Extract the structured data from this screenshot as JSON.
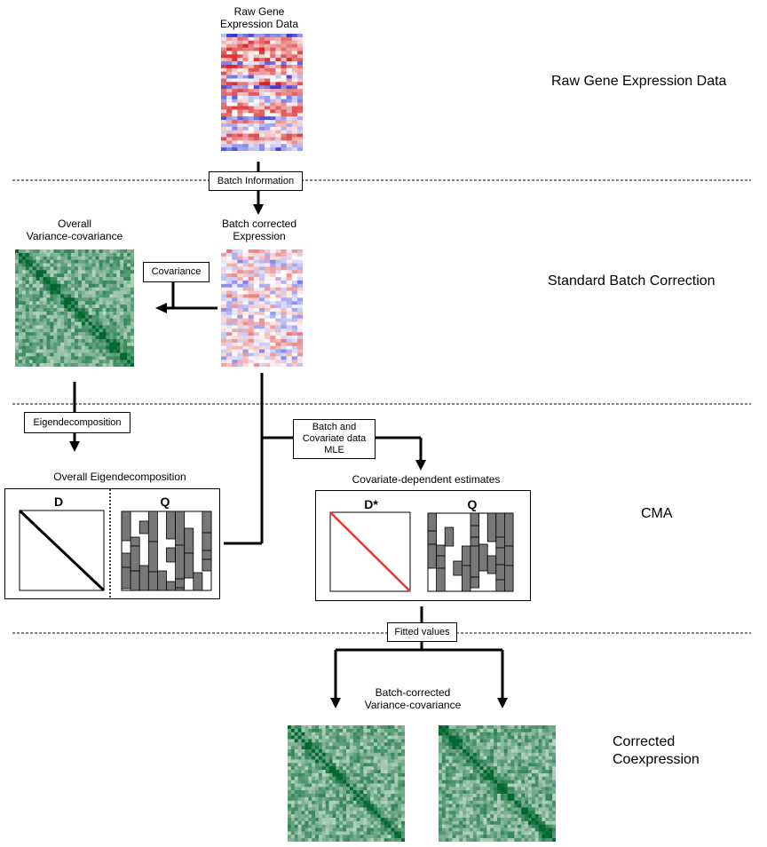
{
  "stage_raw": {
    "heatmap_title": "Raw Gene\nExpression Data",
    "section_label": "Raw Gene Expression Data",
    "arrow_box": "Batch Information"
  },
  "stage_standard": {
    "corrected_title": "Batch corrected\nExpression",
    "overall_title": "Overall\nVariance-covariance",
    "covariance_box": "Covariance",
    "section_label": "Standard Batch Correction",
    "eigen_box": "Eigendecomposition"
  },
  "stage_cma": {
    "overall_eig_title": "Overall Eigendecomposition",
    "d_label": "D",
    "q_label": "Q",
    "batch_box": "Batch and\nCovariate data\nMLE",
    "estimates_title": "Covariate-dependent estimates",
    "dstar_label": "D*",
    "q2_label": "Q",
    "section_label": "CMA"
  },
  "stage_corrected": {
    "fitted_box": "Fitted values",
    "title": "Batch-corrected\nVariance-covariance",
    "section_label": "Corrected\nCoexpression"
  },
  "colors": {
    "heat_low": "#2b2bd8",
    "heat_high": "#d62020",
    "coexp_dark": "#00662d",
    "coexp_light": "#f2f9f2",
    "dstar_line": "#ee3333",
    "q_bar": "#777777"
  }
}
